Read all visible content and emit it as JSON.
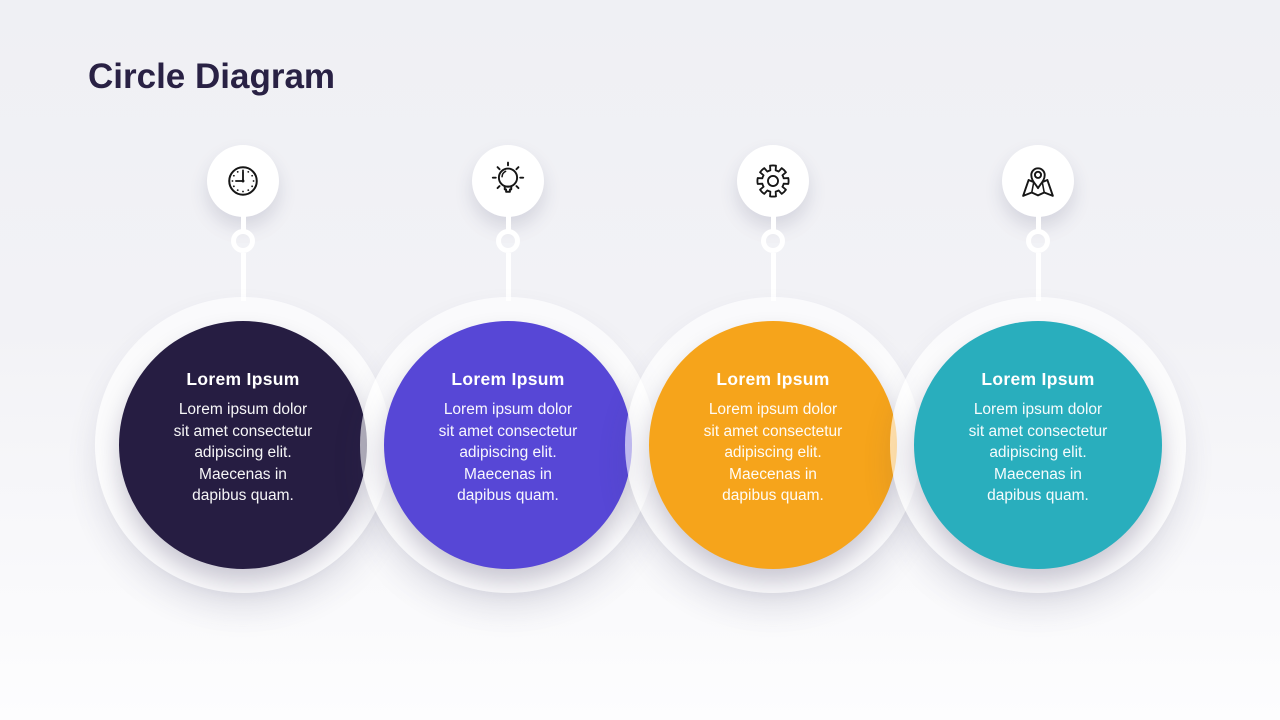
{
  "slide": {
    "title": "Circle Diagram"
  },
  "colors": {
    "background_top": "#eff0f4",
    "background_bottom": "#fdfdfe",
    "title_text": "#292144",
    "icon_stroke": "#161616",
    "connector": "#ffffff"
  },
  "items": [
    {
      "icon": "clock-icon",
      "heading": "Lorem Ipsum",
      "body": "Lorem ipsum dolor\nsit amet consectetur\nadipiscing elit.\nMaecenas in\ndapibus quam.",
      "color": "#261d42"
    },
    {
      "icon": "lightbulb-icon",
      "heading": "Lorem Ipsum",
      "body": "Lorem ipsum dolor\nsit amet consectetur\nadipiscing elit.\nMaecenas in\ndapibus quam.",
      "color": "#5747d6"
    },
    {
      "icon": "gear-icon",
      "heading": "Lorem Ipsum",
      "body": "Lorem ipsum dolor\nsit amet consectetur\nadipiscing elit.\nMaecenas in\ndapibus quam.",
      "color": "#f6a41b"
    },
    {
      "icon": "map-pin-icon",
      "heading": "Lorem Ipsum",
      "body": "Lorem ipsum dolor\nsit amet consectetur\nadipiscing elit.\nMaecenas in\ndapibus quam.",
      "color": "#29aebd"
    }
  ]
}
